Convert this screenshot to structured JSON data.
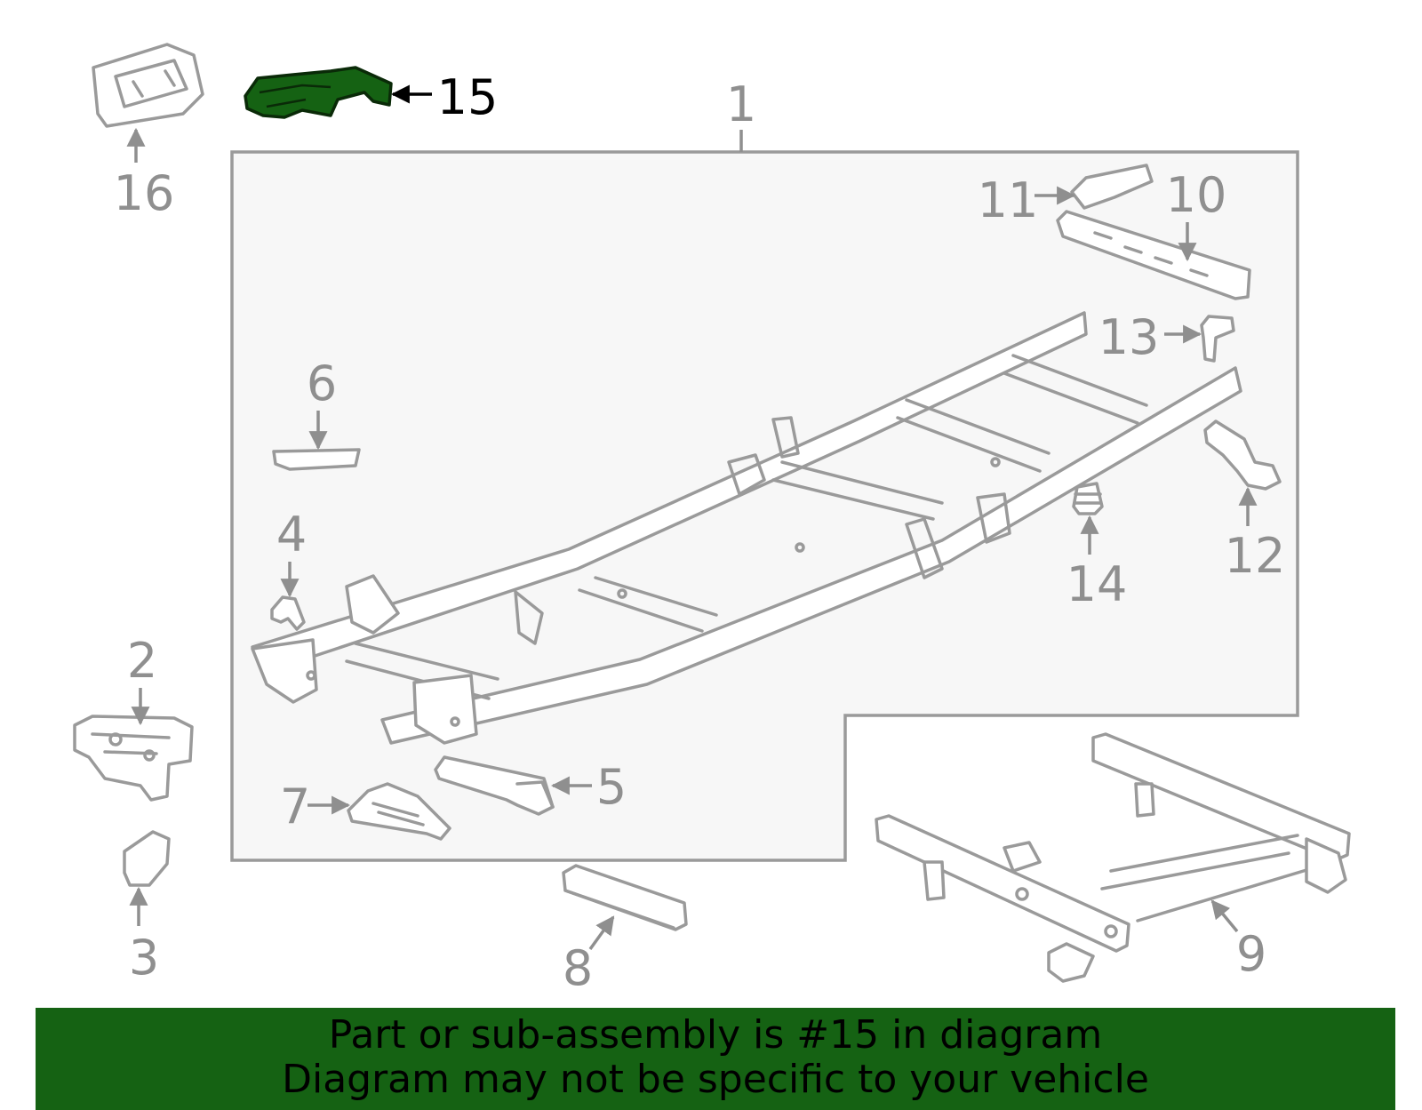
{
  "diagram": {
    "highlight_color": "#156213",
    "line_color": "#9a9a9a",
    "highlighted_part": "15",
    "callouts": [
      "1",
      "2",
      "3",
      "4",
      "5",
      "6",
      "7",
      "8",
      "9",
      "10",
      "11",
      "12",
      "13",
      "14",
      "15",
      "16"
    ]
  },
  "banner": {
    "line1": "Part or sub-assembly is #15 in diagram",
    "line2": "Diagram may not be specific to your vehicle"
  }
}
